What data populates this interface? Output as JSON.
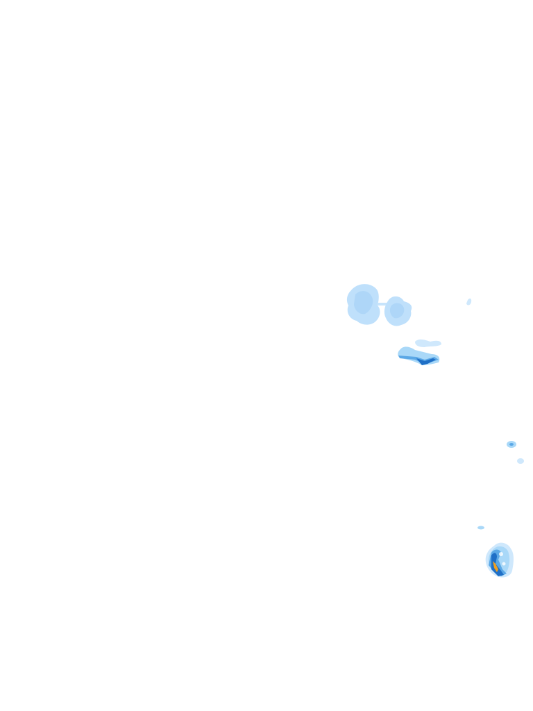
{
  "map": {
    "type": "radar-precipitation-overlay",
    "background_color": "#ffffff",
    "intensity_colors": {
      "very_light": "#cfe8fc",
      "light": "#a9d8f8",
      "moderate": "#5ba8e6",
      "heavy": "#1f6fc6",
      "very_heavy": "#f0a020"
    },
    "echo_regions": [
      {
        "name": "echo-cluster-west",
        "intensity": "light"
      },
      {
        "name": "echo-cluster-center",
        "intensity": "light"
      },
      {
        "name": "echo-speck-east",
        "intensity": "very_light"
      },
      {
        "name": "echo-band",
        "intensity": "heavy"
      },
      {
        "name": "echo-small-cell-a",
        "intensity": "moderate"
      },
      {
        "name": "echo-small-cell-b",
        "intensity": "very_light"
      },
      {
        "name": "echo-small-cell-c",
        "intensity": "moderate"
      },
      {
        "name": "echo-storm-core",
        "intensity": "very_heavy"
      }
    ]
  }
}
